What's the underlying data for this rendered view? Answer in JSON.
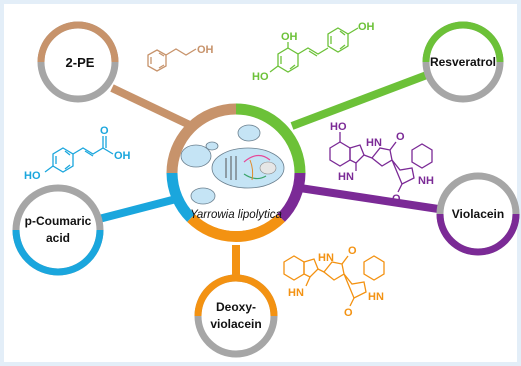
{
  "colors": {
    "background": "#e3eef8",
    "brown": "#c7936b",
    "green": "#6cc138",
    "purple": "#7b2a96",
    "orange": "#f39212",
    "blue": "#1aa6dd",
    "ring_gray": "#a6a6a6",
    "cell_blue": "#c5e4f5"
  },
  "hub": {
    "organism": "Yarrowia lipolytica"
  },
  "products": {
    "pe": {
      "label": "2-PE",
      "atoms": {
        "oh": "OH"
      }
    },
    "resveratrol": {
      "label": "Resveratrol",
      "atoms": {
        "oh_top": "OH",
        "oh_right": "OH",
        "ho": "HO"
      }
    },
    "coumaric": {
      "label_line1": "p-Coumaric",
      "label_line2": "acid",
      "atoms": {
        "o": "O",
        "oh": "OH",
        "ho": "HO"
      }
    },
    "violacein": {
      "label": "Violacein",
      "atoms": {
        "ho": "HO",
        "hn_top": "HN",
        "o_top": "O",
        "nh": "NH",
        "hn_ring": "HN",
        "o_bottom": "O"
      }
    },
    "deoxy": {
      "label_line1": "Deoxy-",
      "label_line2": "violacein",
      "atoms": {
        "hn_top": "HN",
        "o_top": "O",
        "hn_left": "HN",
        "hn_right": "HN",
        "o_bottom": "O"
      }
    }
  }
}
